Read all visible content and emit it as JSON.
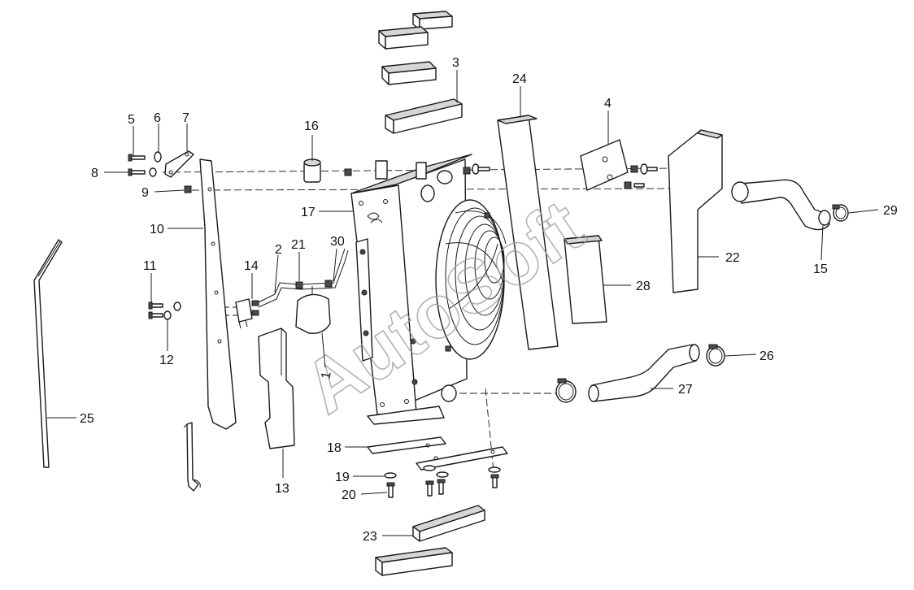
{
  "watermark": {
    "text": "AutoSoft",
    "color": "#9a9a9a"
  },
  "callouts": {
    "c1": "1",
    "c2": "2",
    "c3": "3",
    "c4": "4",
    "c5": "5",
    "c6": "6",
    "c7": "7",
    "c8": "8",
    "c9": "9",
    "c10": "10",
    "c11": "11",
    "c12": "12",
    "c13": "13",
    "c14": "14",
    "c15": "15",
    "c16": "16",
    "c17": "17",
    "c18": "18",
    "c19": "19",
    "c20": "20",
    "c21": "21",
    "c22": "22",
    "c23": "23",
    "c24": "24",
    "c25": "25",
    "c26": "26",
    "c27": "27",
    "c28": "28",
    "c29": "29",
    "c30": "30"
  }
}
